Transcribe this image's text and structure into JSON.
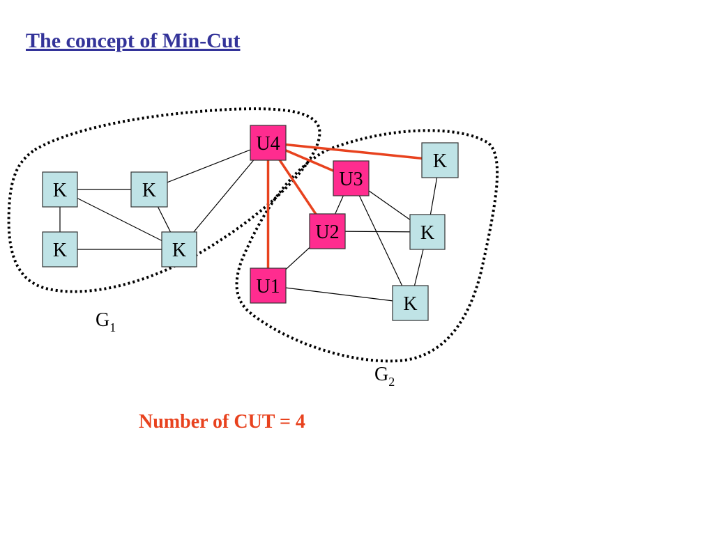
{
  "title": "The concept of Min-Cut",
  "colors": {
    "title": "#333399",
    "kernel_fill": "#bfe3e6",
    "cut_node_fill": "#ff2c8f",
    "cut_edge": "#e8421e",
    "caption": "#e8421e",
    "edge": "#000000"
  },
  "groups": [
    {
      "id": "g1",
      "label": "G",
      "subscript": "1"
    },
    {
      "id": "g2",
      "label": "G",
      "subscript": "2"
    }
  ],
  "nodes": [
    {
      "id": "k1",
      "label": "K",
      "kind": "kernel"
    },
    {
      "id": "k2",
      "label": "K",
      "kind": "kernel"
    },
    {
      "id": "k3",
      "label": "K",
      "kind": "kernel"
    },
    {
      "id": "k4",
      "label": "K",
      "kind": "kernel"
    },
    {
      "id": "u4",
      "label": "U4",
      "kind": "cut-node"
    },
    {
      "id": "u3",
      "label": "U3",
      "kind": "cut-node"
    },
    {
      "id": "u2",
      "label": "U2",
      "kind": "cut-node"
    },
    {
      "id": "u1",
      "label": "U1",
      "kind": "cut-node"
    },
    {
      "id": "k5",
      "label": "K",
      "kind": "kernel"
    },
    {
      "id": "k6",
      "label": "K",
      "kind": "kernel"
    },
    {
      "id": "k7",
      "label": "K",
      "kind": "kernel"
    }
  ],
  "edges": [
    {
      "from": "k1",
      "to": "k2",
      "cut": false
    },
    {
      "from": "k1",
      "to": "k3",
      "cut": false
    },
    {
      "from": "k1",
      "to": "k4",
      "cut": false
    },
    {
      "from": "k2",
      "to": "k4",
      "cut": false
    },
    {
      "from": "k3",
      "to": "k4",
      "cut": false
    },
    {
      "from": "k2",
      "to": "u4",
      "cut": false
    },
    {
      "from": "k4",
      "to": "u4",
      "cut": false
    },
    {
      "from": "u4",
      "to": "u1",
      "cut": true
    },
    {
      "from": "u4",
      "to": "u2",
      "cut": true
    },
    {
      "from": "u4",
      "to": "u3",
      "cut": true
    },
    {
      "from": "u4",
      "to": "k5",
      "cut": true
    },
    {
      "from": "u3",
      "to": "u2",
      "cut": false
    },
    {
      "from": "u3",
      "to": "k6",
      "cut": false
    },
    {
      "from": "u3",
      "to": "k7",
      "cut": false
    },
    {
      "from": "u2",
      "to": "u1",
      "cut": false
    },
    {
      "from": "u2",
      "to": "k6",
      "cut": false
    },
    {
      "from": "u1",
      "to": "k7",
      "cut": false
    },
    {
      "from": "k5",
      "to": "k6",
      "cut": false
    },
    {
      "from": "k6",
      "to": "k7",
      "cut": false
    }
  ],
  "caption": "Number of CUT = 4"
}
